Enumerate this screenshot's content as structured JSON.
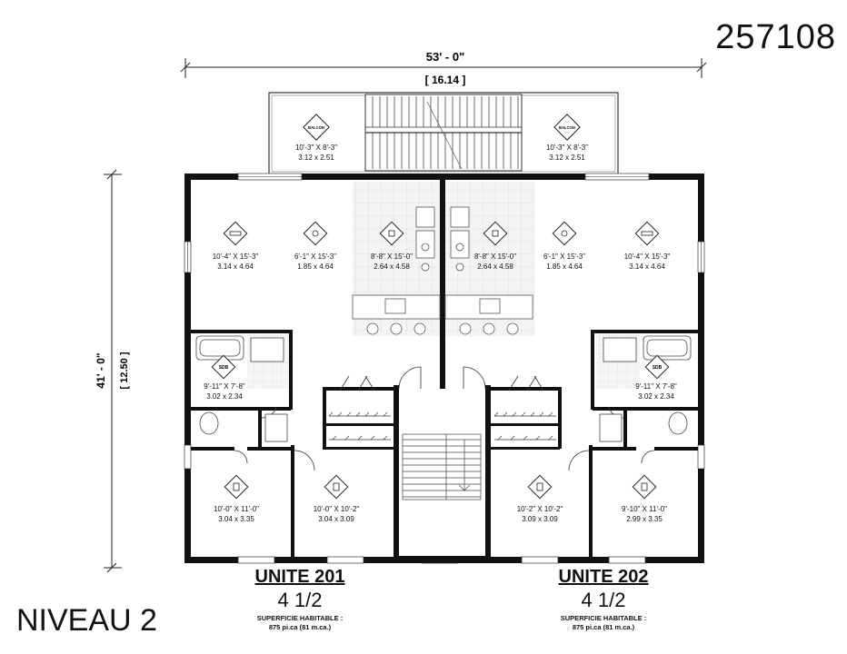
{
  "plan_number": "257108",
  "level_label": "NIVEAU 2",
  "dimensions": {
    "width_imperial": "53' - 0\"",
    "width_metric": "[ 16.14 ]",
    "depth_imperial": "41' - 0\"",
    "depth_metric": "[ 12.50 ]"
  },
  "balconies": [
    {
      "tag": "BALCON",
      "imperial": "10'-3\" X 8'-3\"",
      "metric": "3.12 x 2.51"
    },
    {
      "tag": "BALCON",
      "imperial": "10'-3\" X 8'-3\"",
      "metric": "3.12 x 2.51"
    }
  ],
  "rooms": [
    {
      "id": "living-201",
      "icon": "sofa-icon",
      "imperial": "10'-4\" X 15'-3\"",
      "metric": "3.14 x 4.64"
    },
    {
      "id": "dining-201",
      "icon": "dining-icon",
      "imperial": "6'-1\" X 15'-3\"",
      "metric": "1.85 x 4.64"
    },
    {
      "id": "kitchen-201",
      "icon": "kitchen-icon",
      "imperial": "8'-8\" X 15'-0\"",
      "metric": "2.64 x 4.58"
    },
    {
      "id": "kitchen-202",
      "icon": "kitchen-icon",
      "imperial": "8'-8\" X 15'-0\"",
      "metric": "2.64 x 4.58"
    },
    {
      "id": "dining-202",
      "icon": "dining-icon",
      "imperial": "6'-1\" X 15'-3\"",
      "metric": "1.85 x 4.64"
    },
    {
      "id": "living-202",
      "icon": "sofa-icon",
      "imperial": "10'-4\" X 15'-3\"",
      "metric": "3.14 x 4.64"
    },
    {
      "id": "bath-201",
      "tag": "SDB",
      "imperial": "9'-11\" X 7'-8\"",
      "metric": "3.02 x 2.34"
    },
    {
      "id": "bath-202",
      "tag": "SDB",
      "imperial": "9'-11\" X 7'-8\"",
      "metric": "3.02 x 2.34"
    },
    {
      "id": "bed1-201",
      "icon": "bed-icon",
      "imperial": "10'-0\" X 11'-0\"",
      "metric": "3.04 x 3.35"
    },
    {
      "id": "bed2-201",
      "icon": "bed-icon",
      "imperial": "10'-0\" X 10'-2\"",
      "metric": "3.04 x 3.09"
    },
    {
      "id": "bed1-202",
      "icon": "bed-icon",
      "imperial": "10'-2\" X 10'-2\"",
      "metric": "3.09 x 3.09"
    },
    {
      "id": "bed2-202",
      "icon": "bed-icon",
      "imperial": "9'-10\" X 11'-0\"",
      "metric": "2.99 x 3.35"
    }
  ],
  "units": [
    {
      "title": "UNITE 201",
      "type": "4 1/2",
      "area_label": "SUPERFICIE HABITABLE :",
      "area_value": "875 pi.ca (81 m.ca.)"
    },
    {
      "title": "UNITE 202",
      "type": "4 1/2",
      "area_label": "SUPERFICIE HABITABLE :",
      "area_value": "875 pi.ca (81 m.ca.)"
    }
  ]
}
